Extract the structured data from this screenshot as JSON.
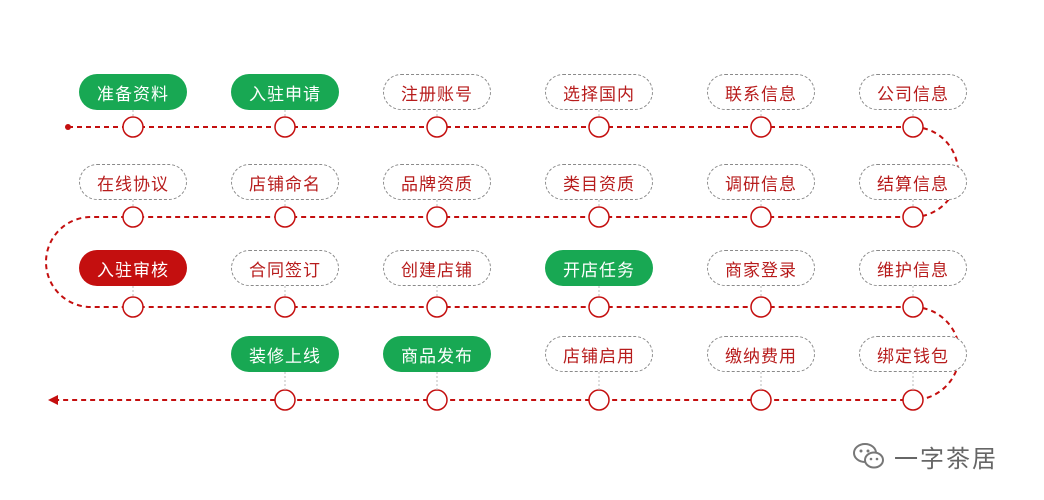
{
  "colors": {
    "line": "#c40f0f",
    "node_border": "#c40f0f",
    "done_fill": "#18a853",
    "current_fill": "#c40f0f",
    "pending_text": "#b71c1c"
  },
  "rows": [
    [
      {
        "label": "准备资料",
        "status": "done"
      },
      {
        "label": "入驻申请",
        "status": "done"
      },
      {
        "label": "注册账号",
        "status": "pending"
      },
      {
        "label": "选择国内",
        "status": "pending"
      },
      {
        "label": "联系信息",
        "status": "pending"
      },
      {
        "label": "公司信息",
        "status": "pending"
      }
    ],
    [
      {
        "label": "在线协议",
        "status": "pending"
      },
      {
        "label": "店铺命名",
        "status": "pending"
      },
      {
        "label": "品牌资质",
        "status": "pending"
      },
      {
        "label": "类目资质",
        "status": "pending"
      },
      {
        "label": "调研信息",
        "status": "pending"
      },
      {
        "label": "结算信息",
        "status": "pending"
      }
    ],
    [
      {
        "label": "入驻审核",
        "status": "current"
      },
      {
        "label": "合同签订",
        "status": "pending"
      },
      {
        "label": "创建店铺",
        "status": "pending"
      },
      {
        "label": "开店任务",
        "status": "done"
      },
      {
        "label": "商家登录",
        "status": "pending"
      },
      {
        "label": "维护信息",
        "status": "pending"
      }
    ],
    [
      {
        "label": "",
        "status": "none"
      },
      {
        "label": "装修上线",
        "status": "done"
      },
      {
        "label": "商品发布",
        "status": "done"
      },
      {
        "label": "店铺启用",
        "status": "pending"
      },
      {
        "label": "缴纳费用",
        "status": "pending"
      },
      {
        "label": "绑定钱包",
        "status": "pending"
      }
    ]
  ],
  "watermark": {
    "icon": "wechat-icon",
    "text": "一字茶居"
  }
}
